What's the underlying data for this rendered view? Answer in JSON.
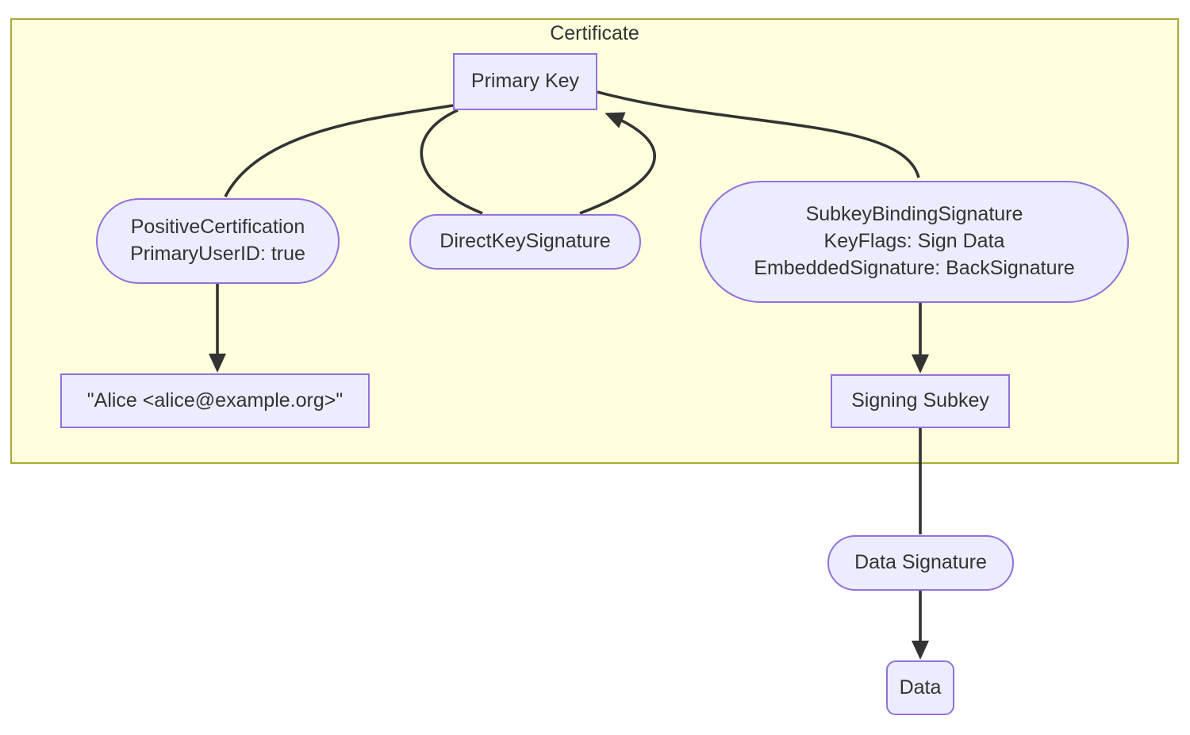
{
  "diagram": {
    "type": "flowchart",
    "description": "OpenPGP certificate structure diagram"
  },
  "container": {
    "label": "Certificate"
  },
  "nodes": {
    "primary_key": {
      "label": "Primary Key",
      "shape": "rectangle"
    },
    "positive_certification": {
      "label": "PositiveCertification\nPrimaryUserID: true",
      "shape": "stadium"
    },
    "direct_key_signature": {
      "label": "DirectKeySignature",
      "shape": "stadium"
    },
    "subkey_binding_signature": {
      "label": "SubkeyBindingSignature\nKeyFlags: Sign Data\nEmbeddedSignature: BackSignature",
      "shape": "stadium"
    },
    "user_id": {
      "label": "\"Alice <alice@example.org>\"",
      "shape": "rectangle"
    },
    "signing_subkey": {
      "label": "Signing Subkey",
      "shape": "rectangle"
    },
    "data_signature": {
      "label": "Data Signature",
      "shape": "stadium"
    },
    "data": {
      "label": "Data",
      "shape": "rounded-rectangle"
    }
  },
  "edges": [
    {
      "from": "primary_key",
      "to": "positive_certification",
      "arrow": false
    },
    {
      "from": "positive_certification",
      "to": "user_id",
      "arrow": true
    },
    {
      "from": "primary_key",
      "to": "direct_key_signature",
      "arrow": false
    },
    {
      "from": "direct_key_signature",
      "to": "primary_key",
      "arrow": true
    },
    {
      "from": "primary_key",
      "to": "subkey_binding_signature",
      "arrow": false
    },
    {
      "from": "subkey_binding_signature",
      "to": "signing_subkey",
      "arrow": true
    },
    {
      "from": "signing_subkey",
      "to": "data_signature",
      "arrow": false
    },
    {
      "from": "data_signature",
      "to": "data",
      "arrow": true
    }
  ],
  "colors": {
    "node_fill": "#ececff",
    "node_border": "#9370db",
    "subgraph_fill": "#ffffde",
    "subgraph_border": "#aaaa33",
    "edge": "#333333",
    "text": "#333333",
    "page_background": "#ffffff"
  }
}
